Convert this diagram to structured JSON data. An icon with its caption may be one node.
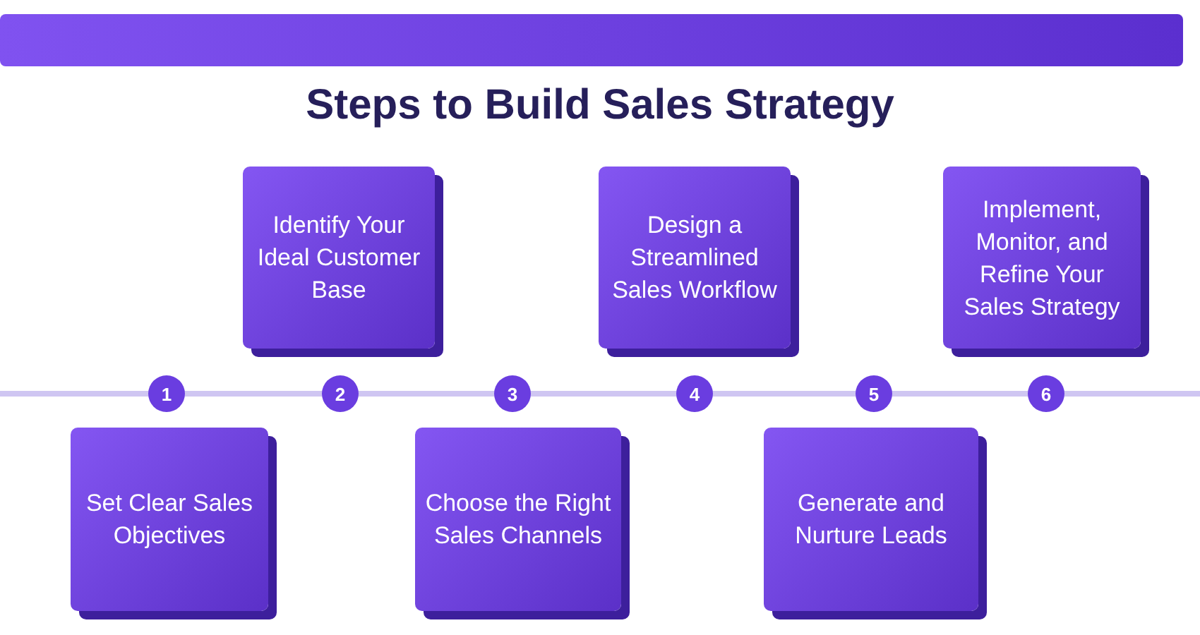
{
  "diagram": {
    "title": "Steps to Build Sales Strategy",
    "nodes": [
      {
        "text": [
          "Set Clear Sales Objectives"
        ]
      },
      {
        "text": [
          "Identify Your Ideal Customer Base"
        ]
      },
      {
        "text": [
          "Choose the Right Sales Channels"
        ]
      },
      {
        "text": [
          "Design a Streamlined Sales Workflow"
        ]
      },
      {
        "text": [
          "Generate and Nurture Leads"
        ]
      },
      {
        "text": [
          "Implement, Monitor, and Refine Your Sales Strategy"
        ]
      },
      {
        "text": [
          "1"
        ]
      },
      {
        "text": [
          "2"
        ]
      },
      {
        "text": [
          "3"
        ]
      },
      {
        "text": [
          "4"
        ]
      },
      {
        "text": [
          "5"
        ]
      },
      {
        "text": [
          "6"
        ]
      }
    ]
  }
}
